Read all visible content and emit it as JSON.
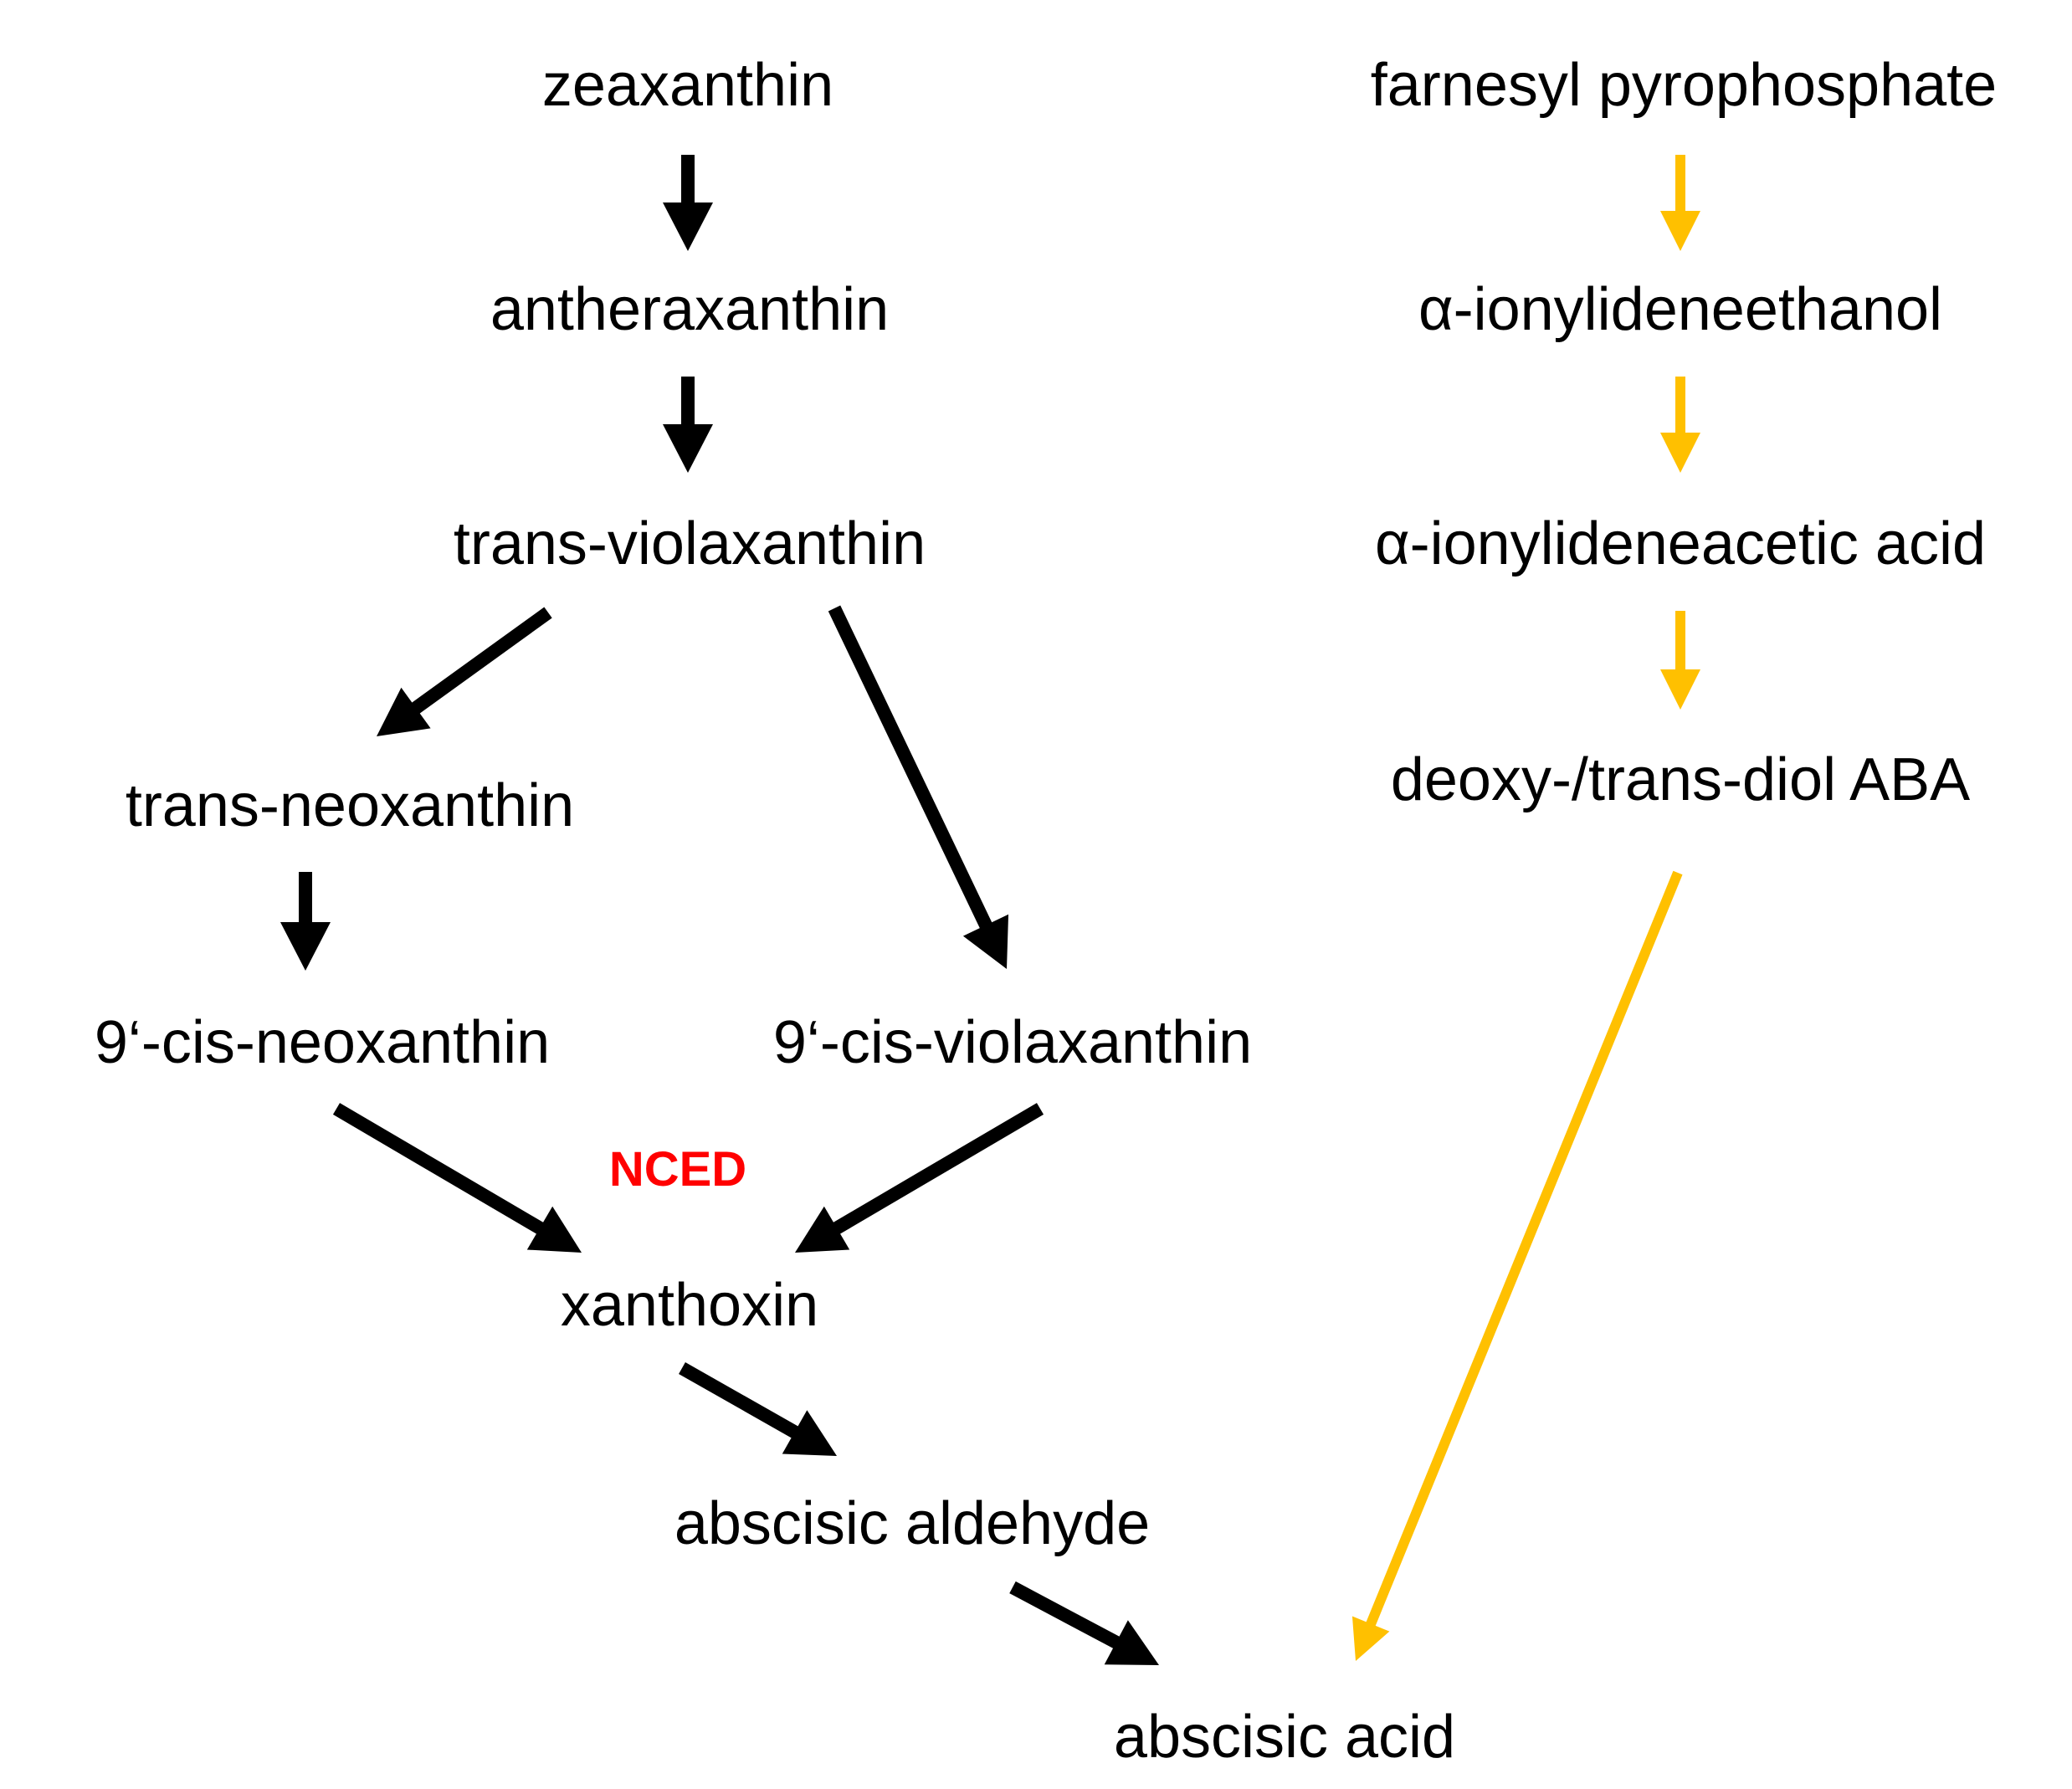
{
  "colors": {
    "text": "#000000",
    "carotenoid_pathway": "#000000",
    "direct_pathway": "#FFC000",
    "enzyme_label": "#FF0000"
  },
  "nodes": {
    "zeaxanthin": "zeaxanthin",
    "antheraxanthin": "antheraxanthin",
    "trans_violaxanthin": "trans-violaxanthin",
    "trans_neoxanthin": "trans-neoxanthin",
    "cis_neoxanthin": "9‘-cis-neoxanthin",
    "cis_violaxanthin": "9‘-cis-violaxanthin",
    "xanthoxin": "xanthoxin",
    "abscisic_aldehyde": "abscisic aldehyde",
    "abscisic_acid": "abscisic acid",
    "farnesyl_pyrophosphate": "farnesyl pyrophosphate",
    "ionylideneethanol": "α-ionylideneethanol",
    "ionylideneacetic_acid": "α-ionylideneacetic acid",
    "diol_aba": "deoxy-/trans-diol ABA"
  },
  "enzyme": {
    "label": "NCED"
  },
  "edges": [
    {
      "from": "zeaxanthin",
      "to": "antheraxanthin",
      "pathway": "carotenoid"
    },
    {
      "from": "antheraxanthin",
      "to": "trans_violaxanthin",
      "pathway": "carotenoid"
    },
    {
      "from": "trans_violaxanthin",
      "to": "trans_neoxanthin",
      "pathway": "carotenoid"
    },
    {
      "from": "trans_violaxanthin",
      "to": "cis_violaxanthin",
      "pathway": "carotenoid"
    },
    {
      "from": "trans_neoxanthin",
      "to": "cis_neoxanthin",
      "pathway": "carotenoid"
    },
    {
      "from": "cis_neoxanthin",
      "to": "xanthoxin",
      "pathway": "carotenoid"
    },
    {
      "from": "cis_violaxanthin",
      "to": "xanthoxin",
      "pathway": "carotenoid"
    },
    {
      "from": "xanthoxin",
      "to": "abscisic_aldehyde",
      "pathway": "carotenoid"
    },
    {
      "from": "abscisic_aldehyde",
      "to": "abscisic_acid",
      "pathway": "carotenoid"
    },
    {
      "from": "farnesyl_pyrophosphate",
      "to": "ionylideneethanol",
      "pathway": "direct"
    },
    {
      "from": "ionylideneethanol",
      "to": "ionylideneacetic_acid",
      "pathway": "direct"
    },
    {
      "from": "ionylideneacetic_acid",
      "to": "diol_aba",
      "pathway": "direct"
    },
    {
      "from": "diol_aba",
      "to": "abscisic_acid",
      "pathway": "direct"
    }
  ]
}
